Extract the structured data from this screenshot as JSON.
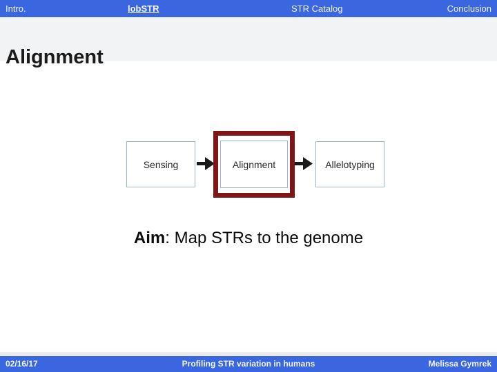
{
  "nav": {
    "items": [
      {
        "label": "Intro."
      },
      {
        "label": "lobSTR"
      },
      {
        "label": "STR Catalog"
      },
      {
        "label": "Conclusion"
      }
    ]
  },
  "slide": {
    "title": "Alignment",
    "aim_bold": "Aim",
    "aim_rest": ": Map STRs to the genome"
  },
  "diagram": {
    "steps": [
      {
        "label": "Sensing",
        "highlighted": false
      },
      {
        "label": "Alignment",
        "highlighted": true
      },
      {
        "label": "Allelotyping",
        "highlighted": false
      }
    ]
  },
  "footer": {
    "date": "02/16/17",
    "deck_title": "Profiling  STR variation in humans",
    "author": "Melissa Gymrek"
  },
  "colors": {
    "bar_blue": "#3a67e0",
    "highlight_maroon": "#801518",
    "box_border": "#9db3c8",
    "title_band_gray": "#f2f3f5",
    "footer_strip_gray": "#ececee",
    "arrow_black": "#1a1a1a"
  }
}
